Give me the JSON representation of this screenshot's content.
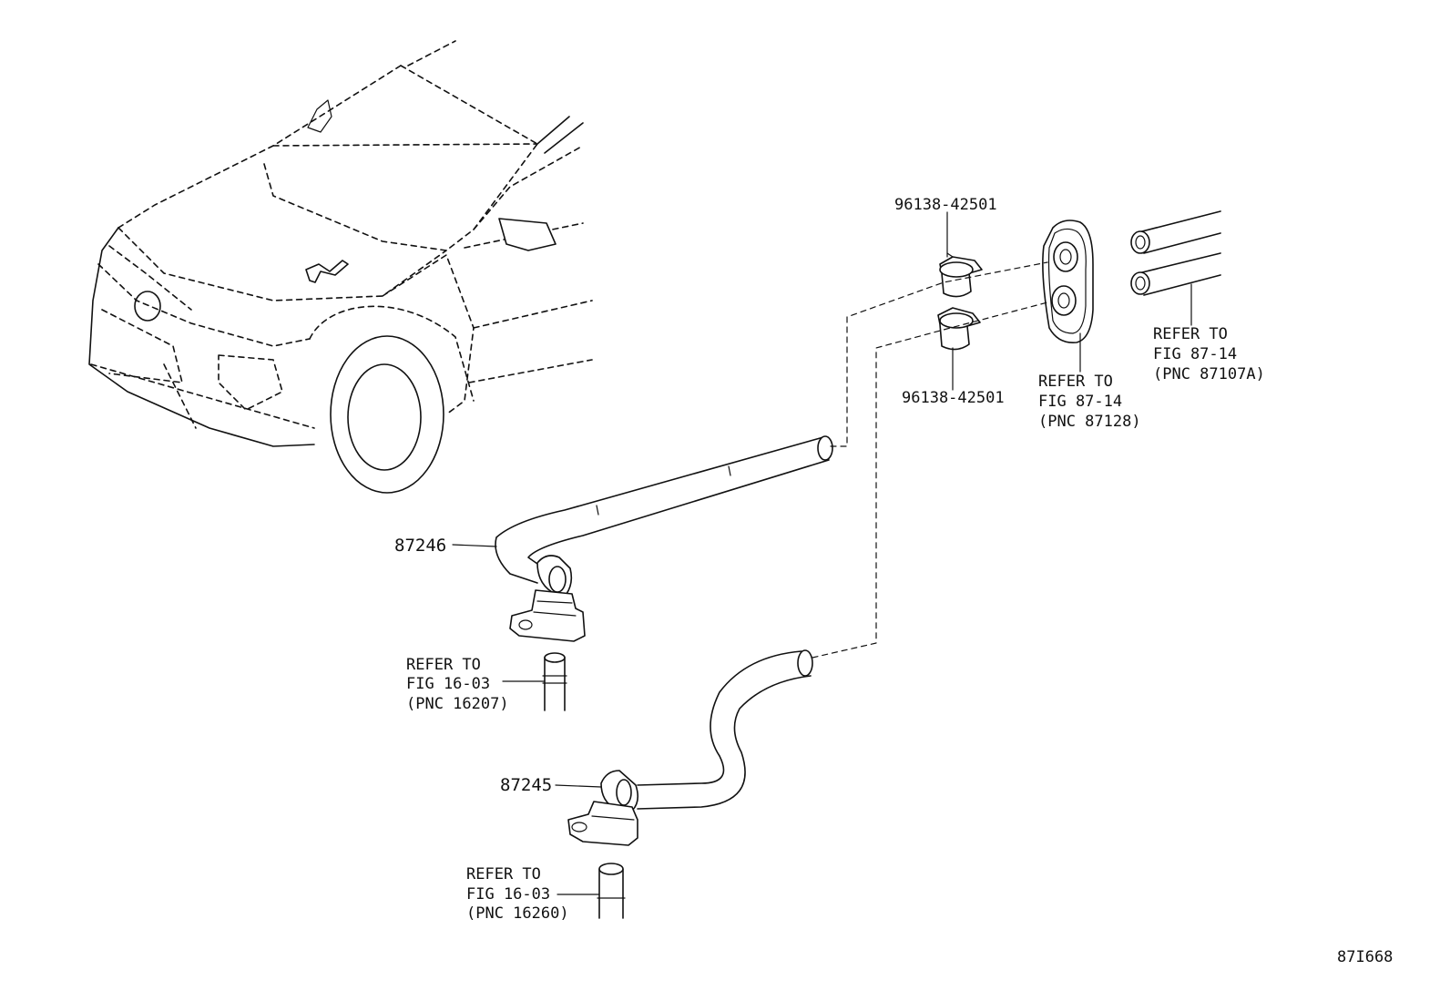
{
  "labels": {
    "clip_top": "96138-42501",
    "clip_bottom": "96138-42501",
    "grommet_ref": [
      "REFER TO",
      "FIG 87-14",
      "(PNC 87128)"
    ],
    "pipe_ref": [
      "REFER TO",
      "FIG 87-14",
      "(PNC 87107A)"
    ],
    "hose_upper": "87246",
    "hose_lower": "87245",
    "pipe_upper_ref": [
      "REFER TO",
      "FIG 16-03",
      "(PNC 16207)"
    ],
    "pipe_lower_ref": [
      "REFER TO",
      "FIG 16-03",
      "(PNC 16260)"
    ],
    "figure_id": "87I668"
  }
}
